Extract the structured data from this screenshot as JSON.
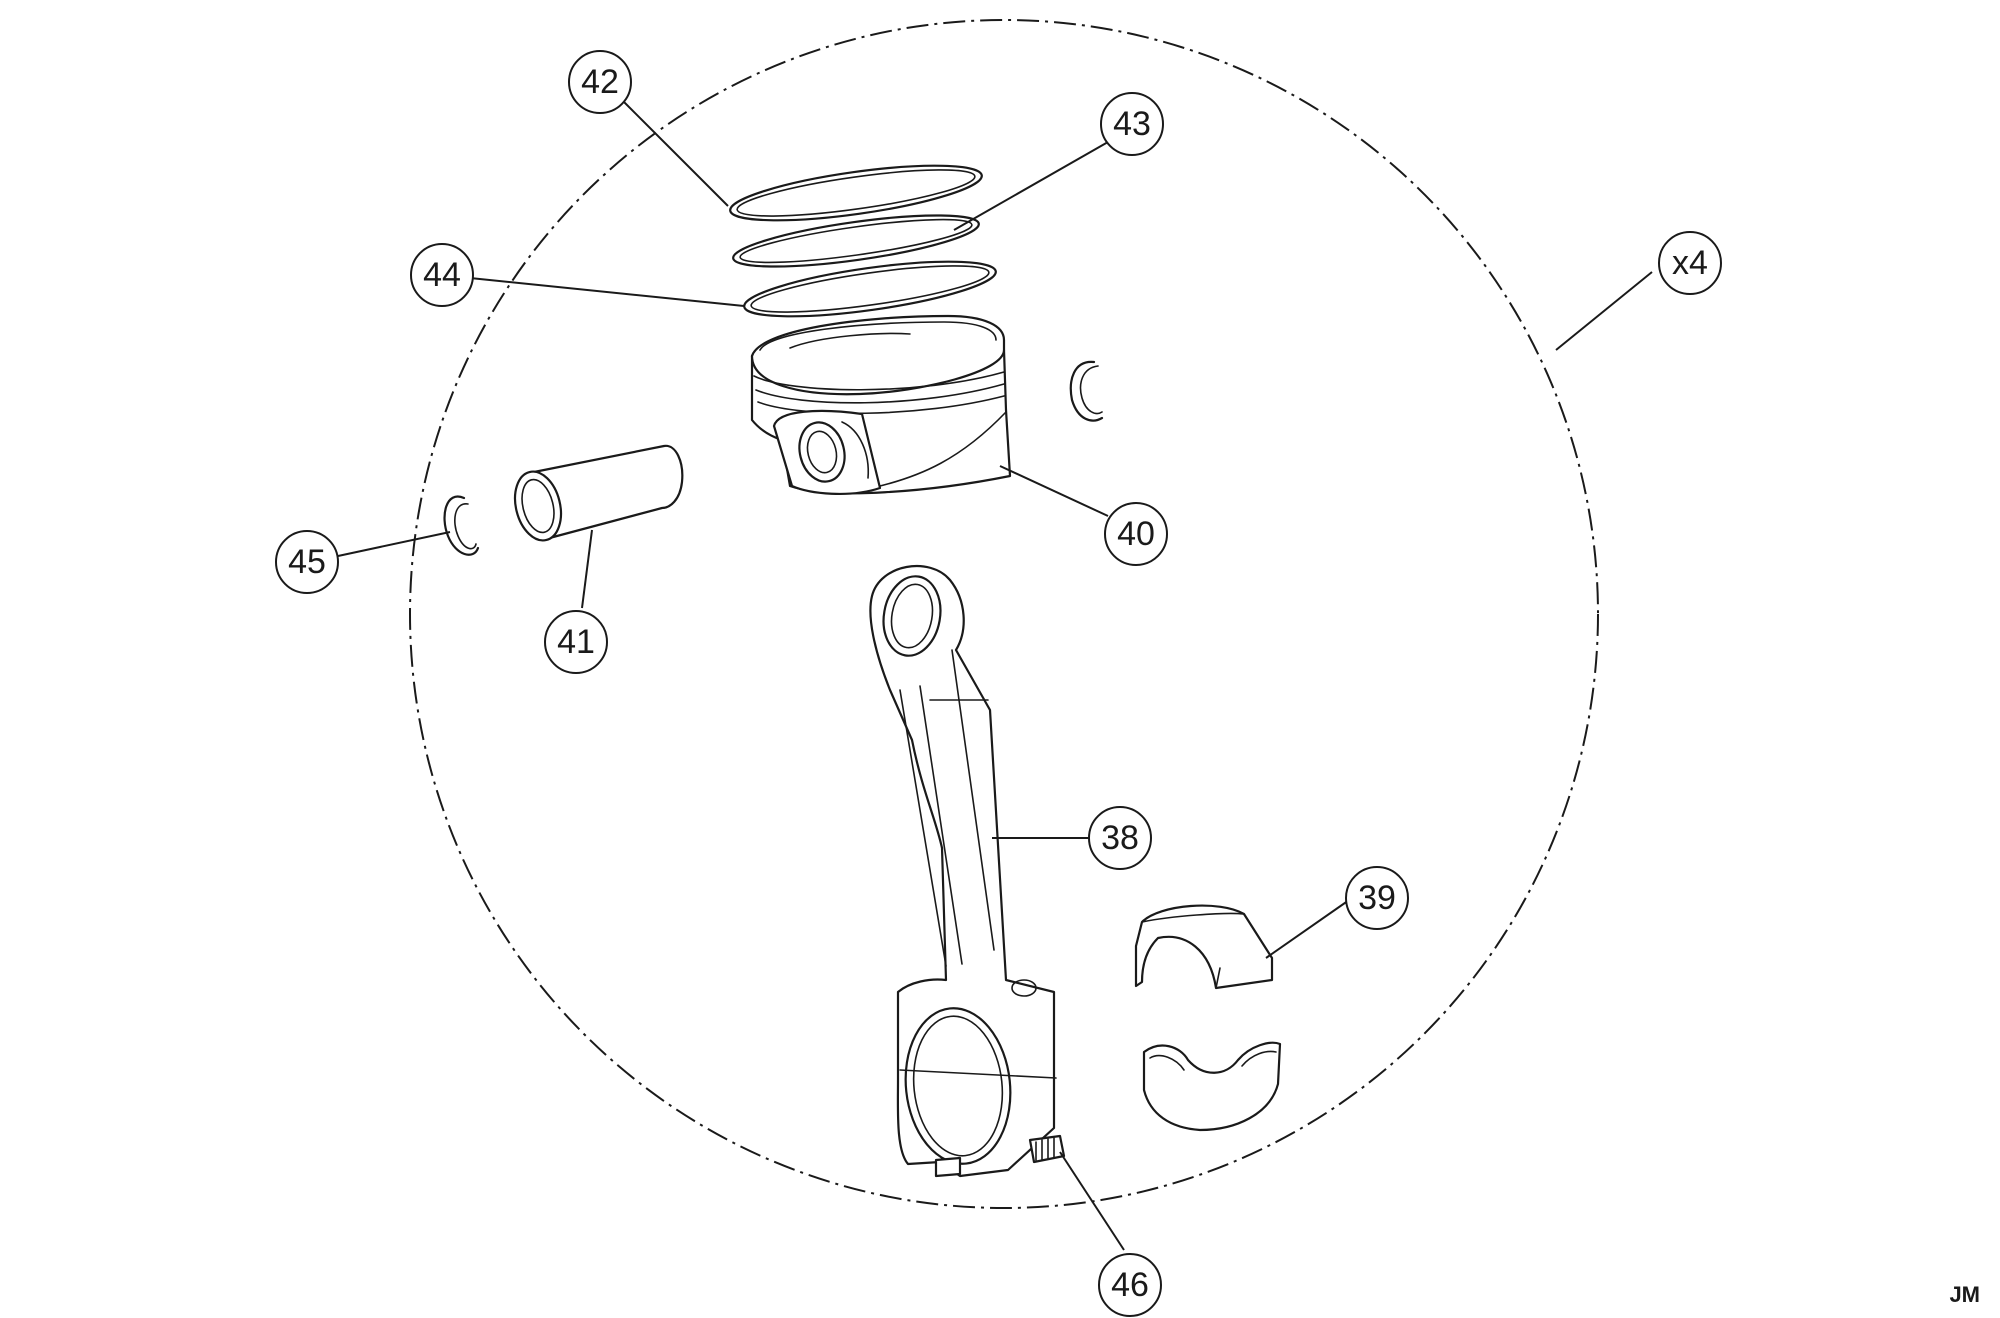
{
  "callouts": {
    "c42": "42",
    "c43": "43",
    "c44": "44",
    "c40": "40",
    "c45": "45",
    "c41": "41",
    "c38": "38",
    "c39": "39",
    "c46": "46",
    "cx4": "x4"
  },
  "author_mark": "JM",
  "colors": {
    "line": "#1a1a1a",
    "background": "#ffffff"
  }
}
